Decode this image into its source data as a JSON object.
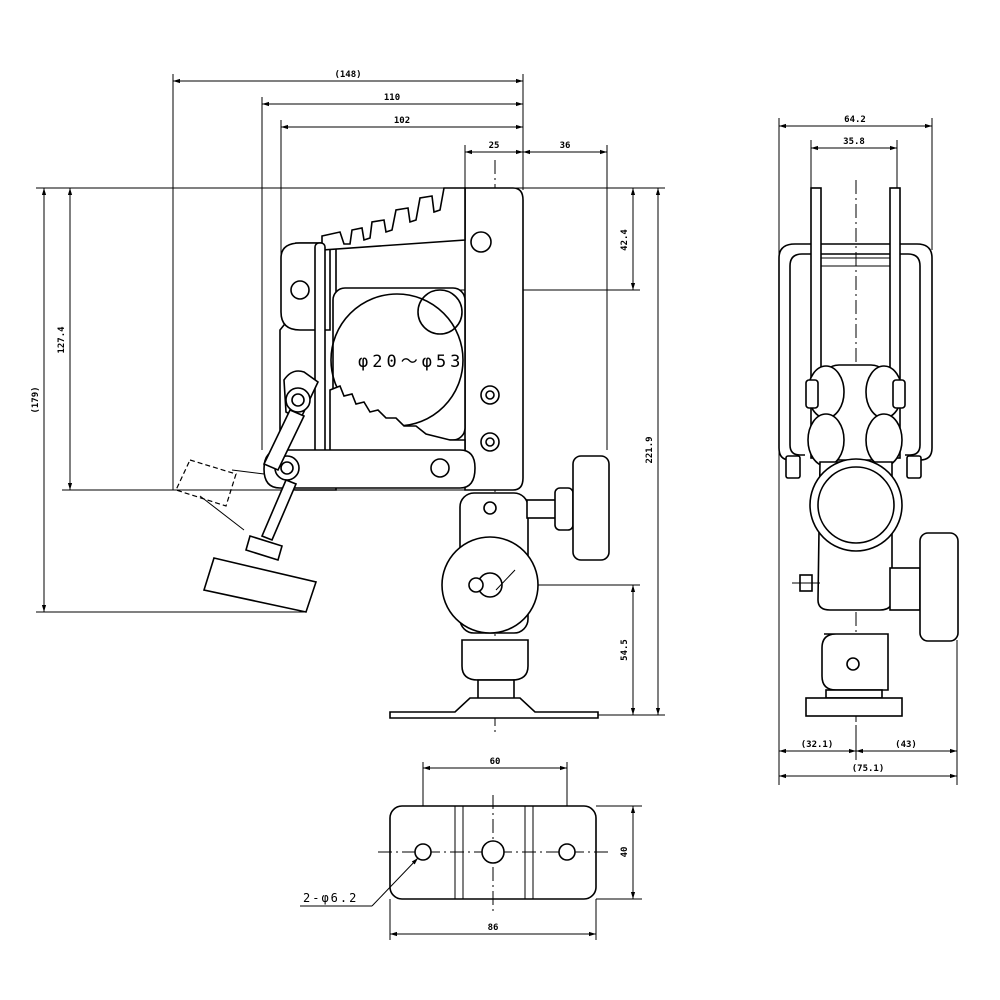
{
  "drawing": {
    "front_view": {
      "dim_overall_width": "(148)",
      "dim_width_110": "110",
      "dim_width_102": "102",
      "dim_25": "25",
      "dim_36": "36",
      "dim_overall_height": "(179)",
      "dim_127": "127.4",
      "dim_42": "42.4",
      "dim_221": "221.9",
      "dim_54": "54.5",
      "pipe_range": "φ20～φ53"
    },
    "side_view": {
      "dim_64": "64.2",
      "dim_35": "35.8",
      "dim_32": "(32.1)",
      "dim_43": "(43)",
      "dim_75": "(75.1)"
    },
    "base_plate": {
      "dim_60": "60",
      "dim_40": "40",
      "dim_86": "86",
      "hole_callout": "2-φ6.2"
    }
  }
}
